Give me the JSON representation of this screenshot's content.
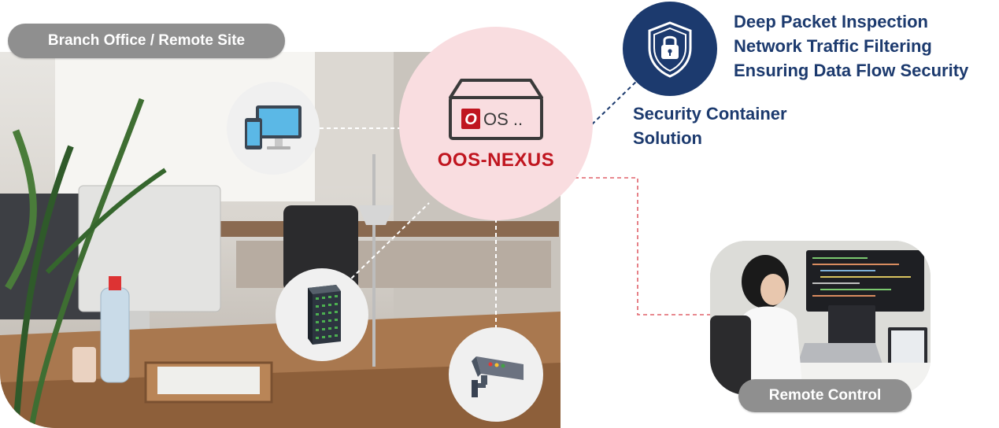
{
  "branch_label": "Branch Office / Remote Site",
  "remote_label": "Remote Control",
  "nexus": {
    "label": "OOS-NEXUS",
    "device_text": "OS ..",
    "device_logo": "O"
  },
  "security": {
    "title_line1": "Security Container",
    "title_line2": "Solution"
  },
  "features": [
    "Deep Packet Inspection",
    "Network Traffic Filtering",
    "Ensuring Data Flow Security"
  ],
  "icons": {
    "devices": "devices-icon",
    "server": "server-rack-icon",
    "camera": "security-camera-icon",
    "shield": "shield-lock-icon",
    "nexus_device": "network-appliance-icon"
  },
  "colors": {
    "navy": "#1c3a6e",
    "red": "#c0151f",
    "pill_gray": "#8f8f8f",
    "nexus_bg": "#f9dde0",
    "circle_bg": "#f0f0f0"
  }
}
